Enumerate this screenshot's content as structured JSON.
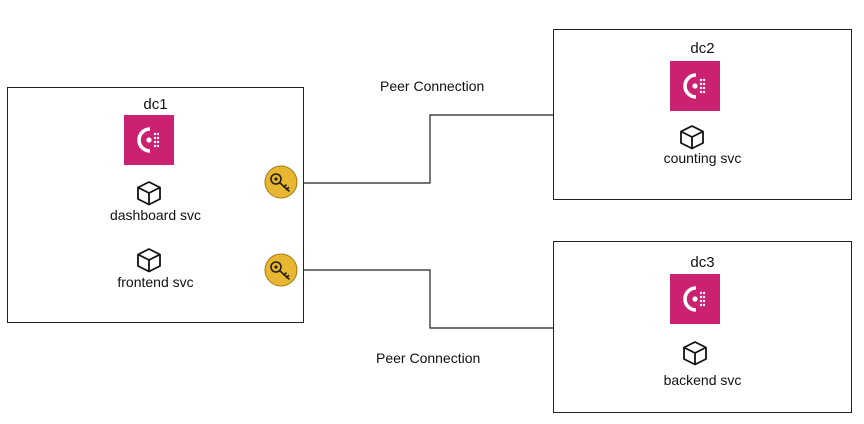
{
  "datacenters": {
    "dc1": {
      "title": "dc1",
      "services": [
        "dashboard svc",
        "frontend svc"
      ]
    },
    "dc2": {
      "title": "dc2",
      "services": [
        "counting svc"
      ]
    },
    "dc3": {
      "title": "dc3",
      "services": [
        "backend svc"
      ]
    }
  },
  "connections": [
    {
      "label": "Peer Connection",
      "from": "dc1",
      "to": "dc2"
    },
    {
      "label": "Peer Connection",
      "from": "dc1",
      "to": "dc3"
    }
  ],
  "colors": {
    "logo": "#ca2171",
    "gateway": "#e8b630",
    "line": "#222222"
  },
  "icons": {
    "logo": "consul-logo-icon",
    "service": "cube-icon",
    "gateway": "key-icon"
  }
}
